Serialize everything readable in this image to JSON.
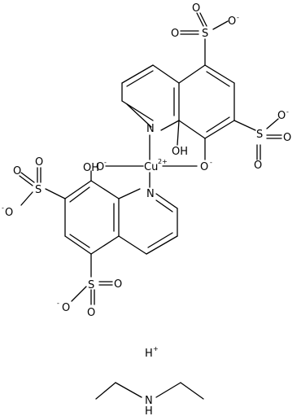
{
  "structure": {
    "metal": {
      "symbol": "Cu",
      "charge": "2+"
    },
    "ligand_top": {
      "ring_nitrogen": "N",
      "phenolate_oxygen": "O",
      "phenolate_charge": "-",
      "hydroxyl": "OH",
      "sulfonate_upper": {
        "S": "S",
        "O1": "O",
        "O2": "O",
        "O3": "O",
        "charge": "-"
      },
      "sulfonate_right": {
        "S": "S",
        "O1": "O",
        "O2": "O",
        "O3": "O",
        "charge": "-"
      }
    },
    "ligand_bottom": {
      "ring_nitrogen": "N",
      "phenolate_oxygen": "O",
      "phenolate_charge": "-",
      "hydroxyl": "OH",
      "sulfonate_upper": {
        "S": "S",
        "O1": "O",
        "O2": "O",
        "O3": "O",
        "charge": "-"
      },
      "sulfonate_lower": {
        "S": "S",
        "O1": "O",
        "O2": "O",
        "O3": "O",
        "charge": "-"
      }
    },
    "proton": {
      "symbol": "H",
      "charge": "+"
    },
    "amine": {
      "nitrogen": "N",
      "hydrogen": "H"
    }
  }
}
